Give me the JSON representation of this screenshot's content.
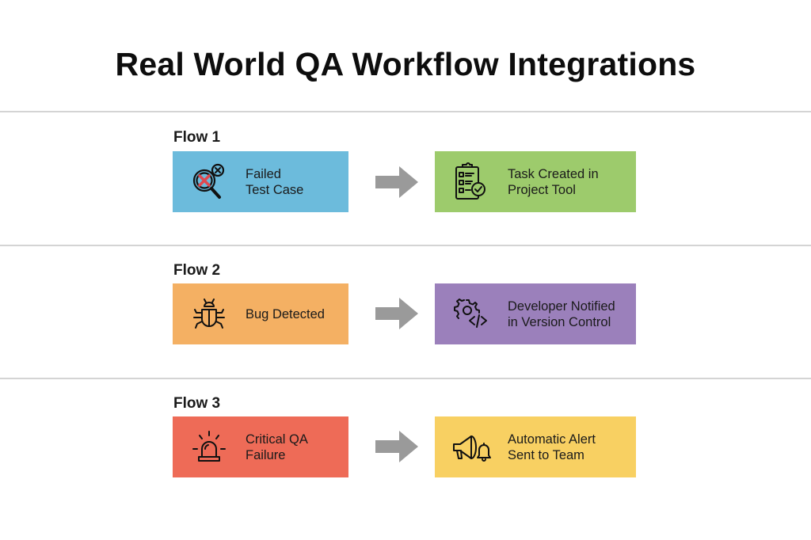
{
  "title": "Real World QA Workflow Integrations",
  "colors": {
    "arrow": "#9a9a9a",
    "divider": "#d4d4d4"
  },
  "flows": [
    {
      "label": "Flow 1",
      "source": {
        "text": "Failed\nTest Case",
        "icon": "magnifier-x-icon",
        "color": "#6cbbdc"
      },
      "target": {
        "text": "Task Created in\nProject Tool",
        "icon": "clipboard-check-icon",
        "color": "#9dcb6c"
      }
    },
    {
      "label": "Flow 2",
      "source": {
        "text": "Bug Detected",
        "icon": "bug-icon",
        "color": "#f4b063"
      },
      "target": {
        "text": "Developer Notified\nin Version Control",
        "icon": "gear-code-icon",
        "color": "#9b80bb"
      }
    },
    {
      "label": "Flow 3",
      "source": {
        "text": "Critical QA\nFailure",
        "icon": "siren-icon",
        "color": "#ee6b57"
      },
      "target": {
        "text": "Automatic Alert\nSent to Team",
        "icon": "megaphone-bell-icon",
        "color": "#f8d062"
      }
    }
  ]
}
